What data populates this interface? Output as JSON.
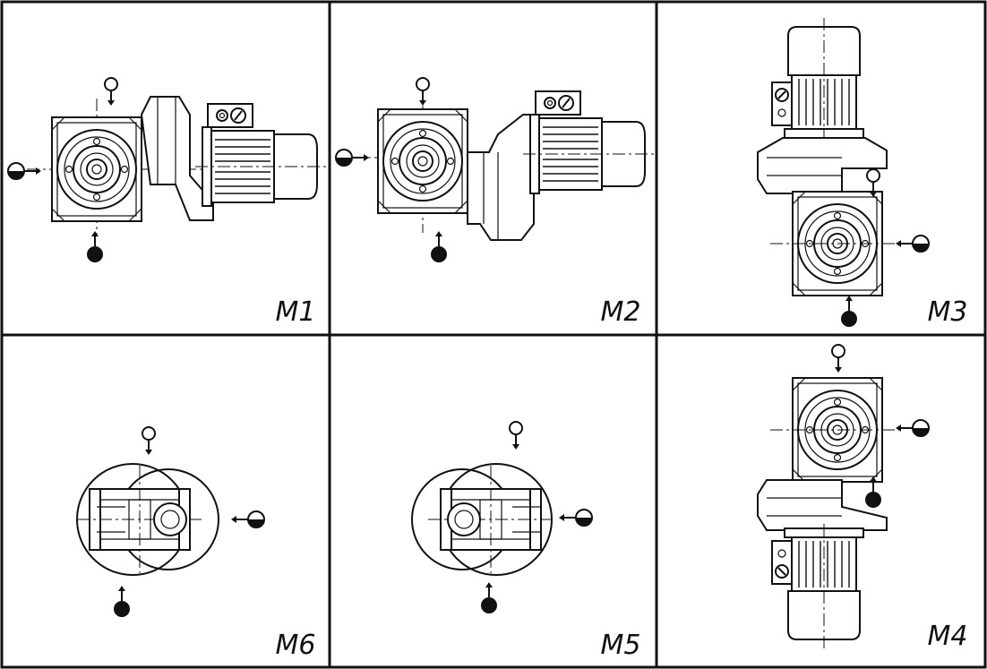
{
  "panels": [
    {
      "key": "m1",
      "label": "M1"
    },
    {
      "key": "m2",
      "label": "M2"
    },
    {
      "key": "m3",
      "label": "M3"
    },
    {
      "key": "m6",
      "label": "M6"
    },
    {
      "key": "m5",
      "label": "M5"
    },
    {
      "key": "m4",
      "label": "M4"
    }
  ],
  "colors": {
    "line": "#111111",
    "background": "#ffffff"
  },
  "symbols": {
    "vent": "vent-plug-icon",
    "level": "level-plug-icon",
    "drain": "drain-plug-icon"
  }
}
